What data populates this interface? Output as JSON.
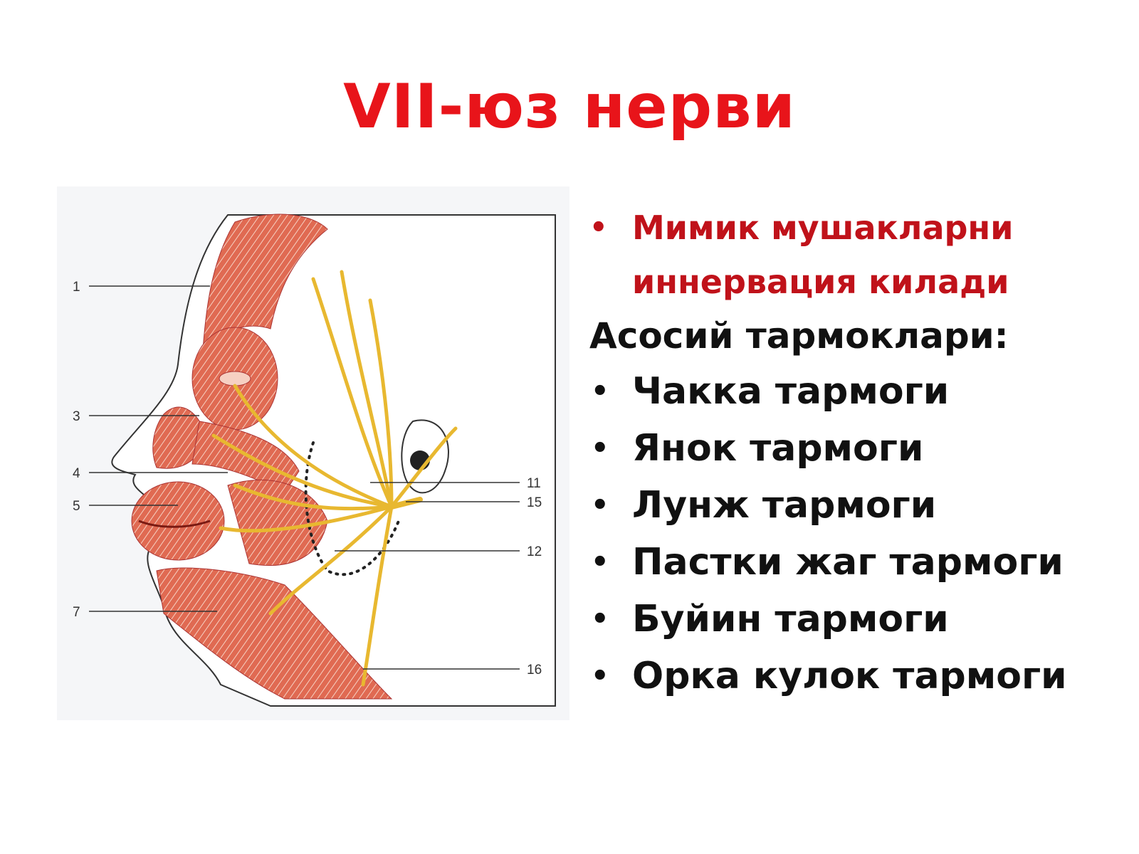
{
  "slide": {
    "title": "VII-юз нерви",
    "intro": "Мимик мушакларни иннервация килади",
    "subheading": "Асосий тармоклари:",
    "branches": [
      "Чакка тармоги",
      "Янок тармоги",
      "Лунж тармоги",
      "Пастки жаг тармоги",
      "Буйин тармоги",
      "Орка кулок тармоги"
    ],
    "bullet_glyph": "•"
  },
  "figure": {
    "callouts": [
      "1",
      "3",
      "4",
      "5",
      "7",
      "11",
      "15",
      "12",
      "16"
    ],
    "colors": {
      "muscle": "#d9533f",
      "muscle_light": "#f2b6a4",
      "nerve": "#e8b830",
      "outline": "#333333"
    }
  }
}
